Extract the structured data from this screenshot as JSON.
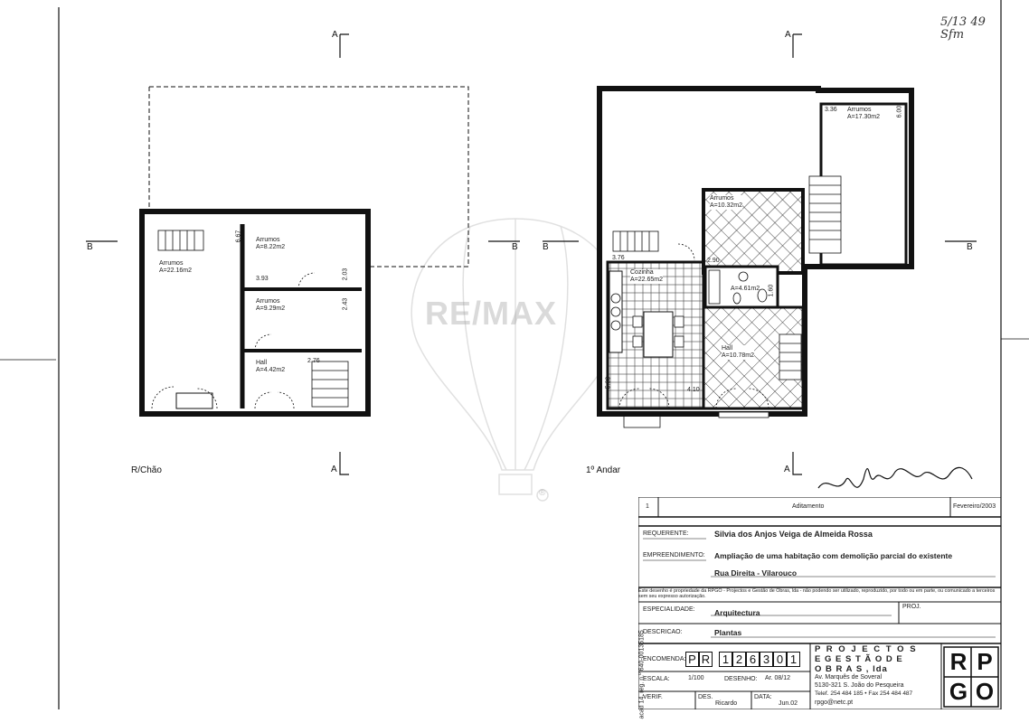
{
  "plans": {
    "ground": {
      "label": "R/Chão",
      "rooms": [
        {
          "name": "Arrumos",
          "area": "A=22.16m2"
        },
        {
          "name": "Arrumos",
          "area": "A=8.22m2"
        },
        {
          "name": "Arrumos",
          "area": "A=9.29m2"
        },
        {
          "name": "Hall",
          "area": "A=4.42m2"
        }
      ],
      "dims": [
        "6.67",
        "3.93",
        "2.03",
        "2.43",
        "2.76"
      ]
    },
    "first": {
      "label": "1º Andar",
      "rooms": [
        {
          "name": "Arrumos",
          "area": "A=17.30m2"
        },
        {
          "name": "Arrumos",
          "area": "A=10.32m2"
        },
        {
          "name": "Cozinha",
          "area": "A=22.65m2"
        },
        {
          "name": "",
          "area": "A=4.61m2"
        },
        {
          "name": "Hall",
          "area": "A=10.78m2"
        }
      ],
      "dims": [
        "3.36",
        "6.00",
        "3.76",
        "2.90",
        "1.60",
        "5.83",
        "4.10"
      ]
    },
    "section_marks": {
      "a": "A",
      "b": "B"
    }
  },
  "handwriting": {
    "top_right": "5/13 49 Sfm"
  },
  "watermark": {
    "text": "RE/MAX",
    "registered": "®"
  },
  "title_block": {
    "revision": {
      "num": "1",
      "desc": "Aditamento",
      "date": "Fevereiro/2003"
    },
    "requerente_label": "REQUERENTE:",
    "requerente": "Silvia dos Anjos Veiga de Almeida Rossa",
    "empreendimento_label": "EMPREENDIMENTO:",
    "empreendimento": "Ampliação de uma habitação com demolição parcial do existente",
    "local": "Rua Direita - Vilarouco",
    "notice": "Este desenho é propriedade da RPGO - Projectos e Gestão de Obras, lda - não podendo ser utilizado, reproduzido, por todo ou em parte, ou comunicado a terceiros sem seu expresso autorização.",
    "side_text": "acad 14, reg. n.º 640-00135185",
    "especialidade_label": "ESPECIALIDADE:",
    "especialidade": "Arquitectura",
    "proj_label": "PROJ.",
    "descricao_label": "DESCRICAO:",
    "descricao": "Plantas",
    "encomenda_label": "ENCOMENDA:",
    "encomenda_chars": [
      "P",
      "R",
      "1",
      "2",
      "6",
      "3",
      "0",
      "1"
    ],
    "escala_label": "ESCALA:",
    "escala": "1/100",
    "desenho_label": "DESENHO:",
    "desenho": "Ar. 08/12",
    "verif_label": "VERIF.",
    "des_label": "DES.",
    "des": "Ricardo",
    "data_label": "DATA:",
    "data": "Jun.02",
    "company_line1": "P R O J E C T O S",
    "company_line2": "E    G E S T Ã O    D E",
    "company_line3": "O B R A S ,    lda",
    "address1": "Av. Marquês de Soveral",
    "address2": "5130-321 S. João do Pesqueira",
    "phone": "Telef. 254 484 185  •  Fax 254 484 487",
    "email": "rpgo@netc.pt",
    "logo_letters": [
      "R",
      "P",
      "G",
      "O"
    ]
  }
}
